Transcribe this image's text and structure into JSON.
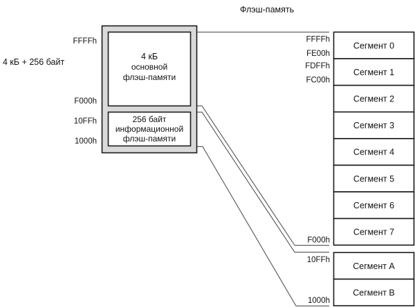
{
  "title": "Флэш-память",
  "total_size_label": "4 кБ + 256 байт",
  "left_block": {
    "main": {
      "lines": [
        "4 кБ",
        "основной",
        "флэш-памяти"
      ],
      "addr_top": "FFFFh",
      "addr_bottom": "F000h"
    },
    "info": {
      "lines": [
        "256 байт",
        "информационной",
        "флэш-памяти"
      ],
      "addr_top": "10FFh",
      "addr_bottom": "1000h"
    }
  },
  "segments_main": [
    {
      "label": "Сегмент 0",
      "addr_top": "FFFFh",
      "addr_bottom": "FE00h"
    },
    {
      "label": "Сегмент 1",
      "addr_top": "FDFFh",
      "addr_bottom": "FC00h"
    },
    {
      "label": "Сегмент 2"
    },
    {
      "label": "Сегмент 3"
    },
    {
      "label": "Сегмент 4"
    },
    {
      "label": "Сегмент 5"
    },
    {
      "label": "Сегмент 6"
    },
    {
      "label": "Сегмент 7",
      "addr_bottom": "F000h"
    }
  ],
  "segments_info": [
    {
      "label": "Сегмент A",
      "addr_top": "10FFh"
    },
    {
      "label": "Сегмент B",
      "addr_bottom": "1000h"
    }
  ],
  "colors": {
    "outer_fill": "#d9d9d9",
    "stroke": "#1a1a1a",
    "connector": "#444444"
  }
}
